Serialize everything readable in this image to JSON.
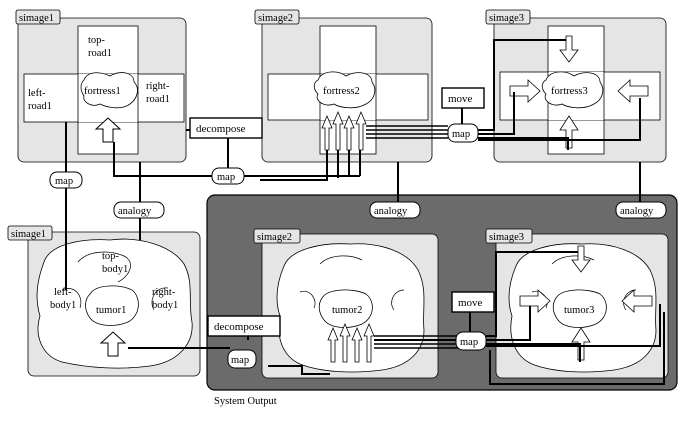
{
  "fortress_row": {
    "simage1": {
      "label": "simage1",
      "center": "fortress1",
      "top": "top-",
      "top_line2": "road1",
      "left": "left-",
      "left_line2": "road1",
      "right": "right-",
      "right_line2": "road1"
    },
    "simage2": {
      "label": "simage2",
      "center": "fortress2"
    },
    "simage3": {
      "label": "simage3",
      "center": "fortress3"
    }
  },
  "tumor_row": {
    "simage1": {
      "label": "simage1",
      "center": "tumor1",
      "top": "top-",
      "top_line2": "body1",
      "left": "left-",
      "left_line2": "body1",
      "right": "right-",
      "right_line2": "body1"
    },
    "simage2": {
      "label": "simage2",
      "center": "tumor2"
    },
    "simage3": {
      "label": "simage3",
      "center": "tumor3"
    }
  },
  "operators": {
    "decompose_top": "decompose",
    "decompose_bottom": "decompose",
    "move_top": "move",
    "move_bottom": "move",
    "map_left": "map",
    "map_mid": "map",
    "map_top_right": "map",
    "map_bottom_left": "map",
    "map_bottom_right": "map",
    "analogy_1": "analogy",
    "analogy_2": "analogy",
    "analogy_3": "analogy"
  },
  "system_output_label": "System Output",
  "colors": {
    "panel_gray": "#e5e5e5",
    "output_frame": "#6b6b6b",
    "line": "#000000",
    "white": "#ffffff"
  }
}
